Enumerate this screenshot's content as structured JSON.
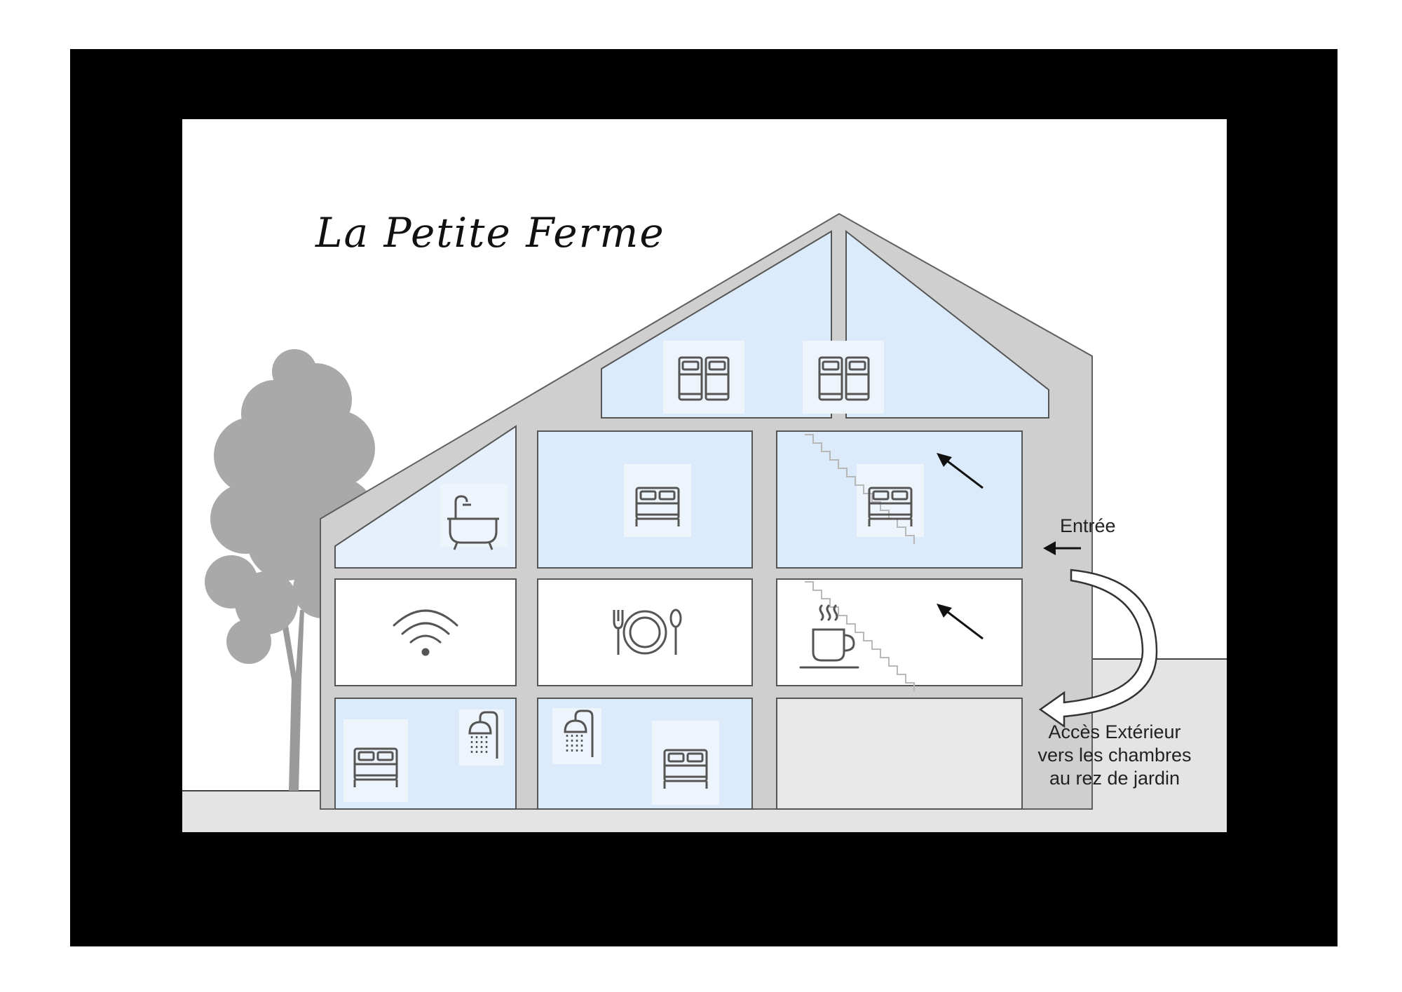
{
  "title": "La Petite Ferme",
  "entrance_label": "Entrée",
  "exterior_access_label": [
    "Accès Extérieur",
    "vers les chambres",
    "au rez de jardin"
  ],
  "colors": {
    "frame": "#000000",
    "wall": "#cfcfcf",
    "room_blue": "#dcebfb",
    "ground": "#e4e4e4",
    "line": "#555555"
  },
  "rooms": [
    {
      "floor": "attic",
      "icons": [
        "twin-beds-icon"
      ]
    },
    {
      "floor": "attic",
      "icons": [
        "twin-beds-icon"
      ]
    },
    {
      "floor": "upper",
      "icons": [
        "bathtub-icon"
      ]
    },
    {
      "floor": "upper",
      "icons": [
        "double-bed-icon"
      ]
    },
    {
      "floor": "upper",
      "icons": [
        "stairs-icon",
        "double-bed-icon",
        "arrow-up-left-icon"
      ]
    },
    {
      "floor": "ground",
      "icons": [
        "wifi-icon"
      ]
    },
    {
      "floor": "ground",
      "icons": [
        "cutlery-plate-icon"
      ]
    },
    {
      "floor": "ground",
      "icons": [
        "stairs-icon",
        "coffee-cup-icon",
        "arrow-up-left-icon"
      ]
    },
    {
      "floor": "garden",
      "icons": [
        "double-bed-icon",
        "shower-icon"
      ]
    },
    {
      "floor": "garden",
      "icons": [
        "shower-icon",
        "double-bed-icon"
      ]
    },
    {
      "floor": "garden",
      "icons": []
    }
  ]
}
